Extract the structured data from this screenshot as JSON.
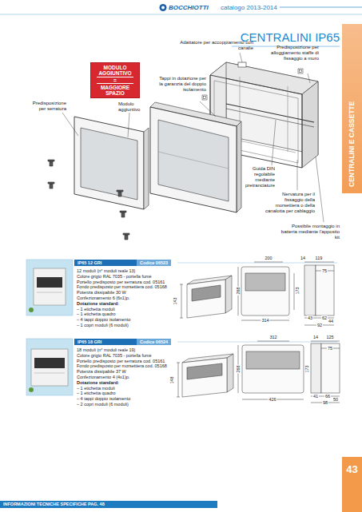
{
  "diagram": {
    "title": "CENTRALINI IP65",
    "nodes": [
      {
        "text": [
          "MODULO AGGIUNTIVO",
          "=",
          "MAGGIORE SPAZIO"
        ]
      },
      {
        "text": [
          "CENTRALINI E CASSETTE"
        ]
      },
      {
        "text": [
          "IP65 12 GRI",
          "Codice 06523"
        ]
      },
      {
        "text": [
          "IP65 18 GRI",
          "Codice 06524"
        ]
      },
      {
        "text": [
          "INFORMAZIONI TECNICHE SPECIFICHE PAG. 48"
        ]
      },
      {
        "text": [
          "43"
        ]
      }
    ],
    "labels": [
      "BOCCHIOTTI",
      "catalogo 2013-2014",
      "Adattatore per accoppiamento con canalie",
      "Predisposizione per alloggiamento staffe di fissaggio a muro",
      "Tappi in dotazione per la garanzia del doppio isolamento",
      "Predisposizione per serratura",
      "Modulo aggiuntivo",
      "Guida DIN regolabile mediante pretranciature",
      "Nervatura per il fissaggio della morsettiera o della canalotta per cablaggio",
      "Possibile montaggio in batteria mediante l'apposito kit",
      "12 moduli (n° moduli reale 13)",
      "Colore grigio RAL 7035 - portella fumè",
      "Portello predisposto per serratura cod. 05161",
      "Fondo predisposto per morsettiera cod. 05168",
      "Potenza dissipabile 30 W",
      "Confezionamento 6 (6x1)p.",
      "Dotazione standard:",
      "– 1 etichetta moduli",
      "– 1 etichetta quadro",
      "– 4 tappi doppio isolamento",
      "– 1 copri moduli (6 moduli)",
      "200",
      "14",
      "119",
      "75",
      "143",
      "268",
      "173",
      "314",
      "43",
      "62",
      "44",
      "92",
      "18 moduli (n° moduli reale 19)",
      "Colore grigio RAL 7035 - portella fumè",
      "Portello predisposto per serratura cod. 05161",
      "Fondo predisposto per morsettiera cod. 05168",
      "Potenza dissipabile 37 W",
      "Confezionamento 4 (4x1)p.",
      "Dotazione standard:",
      "– 1 etichetta moduli",
      "– 1 etichetta quadro",
      "– 4 tappi doppio isolamento",
      "– 2 copri moduli (6 moduli)",
      "312",
      "14",
      "125",
      "75",
      "148",
      "268",
      "173",
      "426",
      "41",
      "66",
      "50",
      "98"
    ]
  }
}
